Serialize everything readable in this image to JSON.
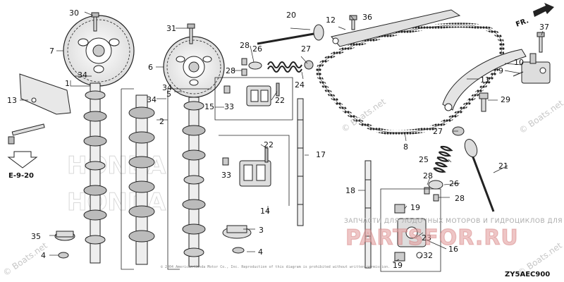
{
  "diagram": {
    "ref_code": "ZY5AEC900",
    "section_ref": "E-9-20",
    "direction_label": "FR.",
    "watermark": "© Boats.net",
    "brand_overlay": "PARTSFOR.RU",
    "brand_caption": "ЗАПЧАСТИ ДЛЯ ЛОДОЧНЫХ МОТОРОВ И ГИДРОЦИКЛОВ ДЛЯ МОТОТЕХНИКИ",
    "ghost_brand": "HONDA",
    "copyright": "© 2004 American Honda Motor Co., Inc. Reproduction of this diagram is prohibited without written permission.",
    "callouts": [
      "1",
      "2",
      "3",
      "4",
      "5",
      "6",
      "7",
      "8",
      "9",
      "10",
      "11",
      "12",
      "13",
      "14",
      "15",
      "16",
      "17",
      "18",
      "19",
      "20",
      "21",
      "22",
      "23",
      "24",
      "25",
      "26",
      "27",
      "28",
      "29",
      "30",
      "31",
      "32",
      "33",
      "34",
      "35",
      "36",
      "37"
    ]
  }
}
